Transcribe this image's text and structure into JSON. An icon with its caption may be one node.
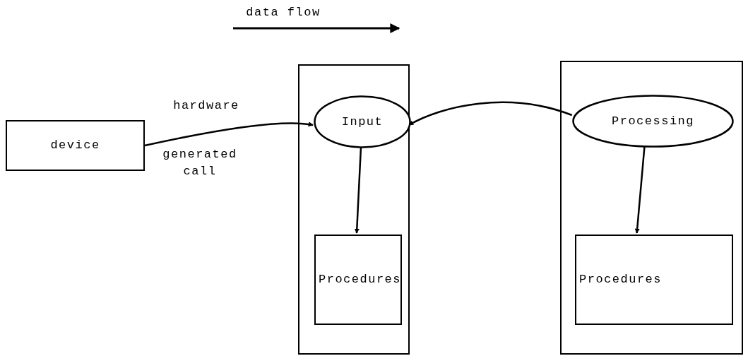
{
  "diagram": {
    "nodes": [
      {
        "text": [
          "device"
        ]
      },
      {
        "text": [],
        "shape": "box"
      },
      {
        "text": [
          "Input"
        ],
        "in": 1
      },
      {
        "text": [
          "Procedures"
        ],
        "in": 1
      },
      {
        "text": [],
        "shape": "box"
      },
      {
        "text": [
          "Processing"
        ],
        "in": 4
      },
      {
        "text": [
          "Procedures"
        ],
        "in": 4
      }
    ],
    "edges": [
      {
        "from": 0,
        "to": 2,
        "arrow": "to"
      },
      {
        "from": 5,
        "to": 2,
        "arrow": "to"
      },
      {
        "from": 2,
        "to": 3,
        "arrow": "to"
      },
      {
        "from": 5,
        "to": 6,
        "arrow": "to"
      }
    ],
    "labels": [
      "data flow",
      "hardware",
      "generated call"
    ]
  }
}
